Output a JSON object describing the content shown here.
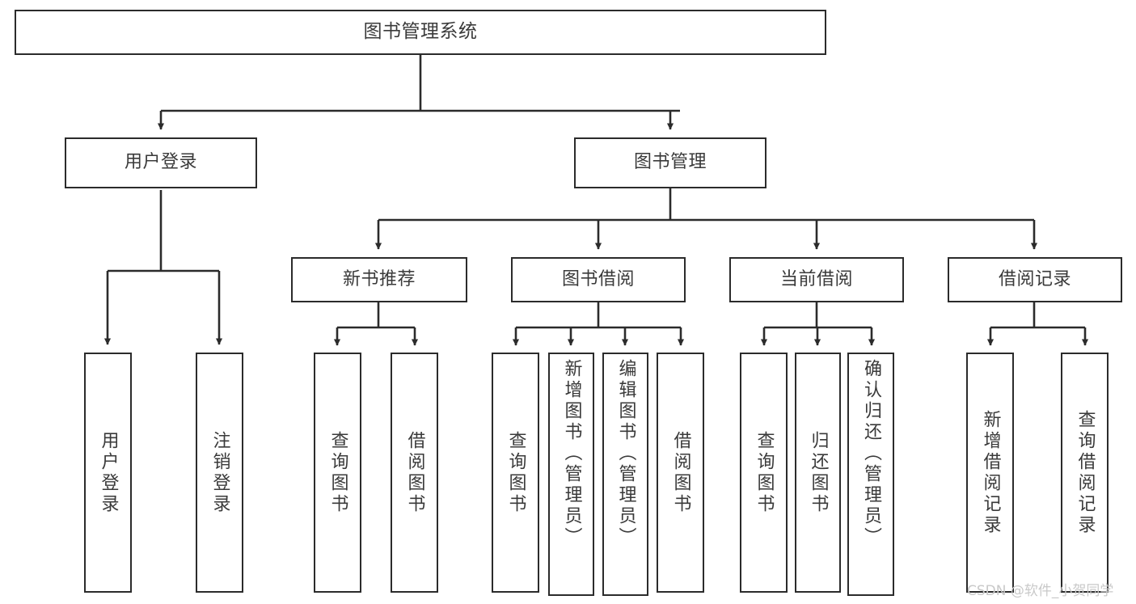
{
  "diagram": {
    "title": "图书管理系统",
    "type": "tree",
    "watermark": "CSDN @软件_小贺同学",
    "colors": {
      "box_border": "#2b2b2b",
      "box_fill": "#ffffff",
      "text": "#3a3a3a",
      "edge": "#2b2b2b",
      "watermark": "#c9c9c9",
      "background": "#ffffff"
    },
    "nodes": {
      "root": {
        "label": "图书管理系统"
      },
      "level2": [
        {
          "id": "user-login",
          "label": "用户登录"
        },
        {
          "id": "book-manage",
          "label": "图书管理"
        }
      ],
      "level3": [
        {
          "id": "new-book-recommend",
          "label": "新书推荐"
        },
        {
          "id": "book-borrow",
          "label": "图书借阅"
        },
        {
          "id": "current-borrow",
          "label": "当前借阅"
        },
        {
          "id": "borrow-record",
          "label": "借阅记录"
        }
      ],
      "leaves": {
        "user-login": [
          {
            "id": "leaf-user-login",
            "label": "用户登录"
          },
          {
            "id": "leaf-logout-login",
            "label": "注销登录"
          }
        ],
        "new-book-recommend": [
          {
            "id": "leaf-query-book-1",
            "label": "查询图书"
          },
          {
            "id": "leaf-borrow-book-1",
            "label": "借阅图书"
          }
        ],
        "book-borrow": [
          {
            "id": "leaf-query-book-2",
            "label": "查询图书"
          },
          {
            "id": "leaf-add-book",
            "label": "新增图书（管理员）"
          },
          {
            "id": "leaf-edit-book",
            "label": "编辑图书（管理员）"
          },
          {
            "id": "leaf-borrow-book-2",
            "label": "借阅图书"
          }
        ],
        "current-borrow": [
          {
            "id": "leaf-query-book-3",
            "label": "查询图书"
          },
          {
            "id": "leaf-return-book",
            "label": "归还图书"
          },
          {
            "id": "leaf-confirm-return",
            "label": "确认归还（管理员）"
          }
        ],
        "borrow-record": [
          {
            "id": "leaf-add-record",
            "label": "新增借阅记录"
          },
          {
            "id": "leaf-query-record",
            "label": "查询借阅记录"
          }
        ]
      }
    },
    "edges": [
      {
        "from": "图书管理系统",
        "to": "用户登录"
      },
      {
        "from": "图书管理系统",
        "to": "图书管理"
      },
      {
        "from": "用户登录",
        "to": "用户登录"
      },
      {
        "from": "用户登录",
        "to": "注销登录"
      },
      {
        "from": "图书管理",
        "to": "新书推荐"
      },
      {
        "from": "图书管理",
        "to": "图书借阅"
      },
      {
        "from": "图书管理",
        "to": "当前借阅"
      },
      {
        "from": "图书管理",
        "to": "借阅记录"
      },
      {
        "from": "新书推荐",
        "to": "查询图书"
      },
      {
        "from": "新书推荐",
        "to": "借阅图书"
      },
      {
        "from": "图书借阅",
        "to": "查询图书"
      },
      {
        "from": "图书借阅",
        "to": "新增图书（管理员）"
      },
      {
        "from": "图书借阅",
        "to": "编辑图书（管理员）"
      },
      {
        "from": "图书借阅",
        "to": "借阅图书"
      },
      {
        "from": "当前借阅",
        "to": "查询图书"
      },
      {
        "from": "当前借阅",
        "to": "归还图书"
      },
      {
        "from": "当前借阅",
        "to": "确认归还（管理员）"
      },
      {
        "from": "借阅记录",
        "to": "新增借阅记录"
      },
      {
        "from": "借阅记录",
        "to": "查询借阅记录"
      }
    ]
  }
}
